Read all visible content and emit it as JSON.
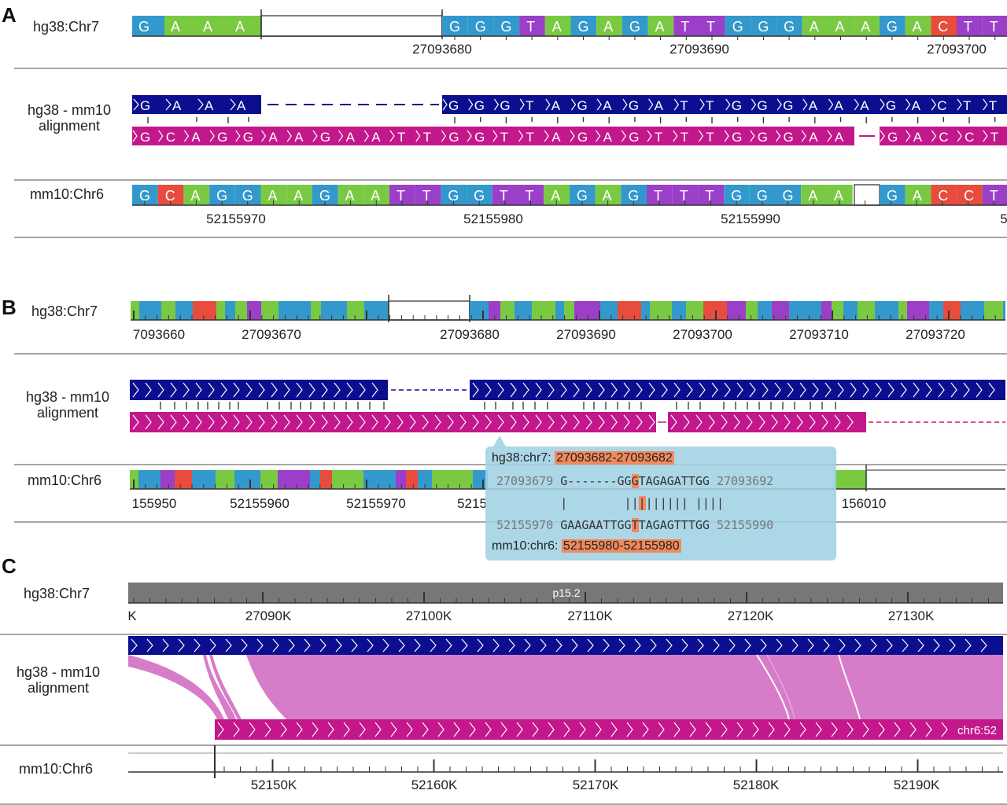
{
  "panels": {
    "A": {
      "letter": "A",
      "hg38_label": "hg38:Chr7",
      "align_label": "hg38 - mm10\nalignment",
      "mm10_label": "mm10:Chr6",
      "hg38_left_bases": [
        "G",
        "A",
        "A",
        "A"
      ],
      "hg38_right_bases": [
        "G",
        "G",
        "G",
        "T",
        "A",
        "G",
        "A",
        "G",
        "A",
        "T",
        "T",
        "G",
        "G",
        "G",
        "A",
        "A",
        "A",
        "G",
        "A",
        "C",
        "T",
        "T"
      ],
      "mm10_bases_left": [
        "G",
        "C",
        "A",
        "G",
        "G",
        "A",
        "A",
        "G",
        "A",
        "A",
        "T",
        "T",
        "G",
        "G",
        "T",
        "T",
        "A",
        "G",
        "A",
        "G",
        "T",
        "T",
        "T",
        "G",
        "G",
        "G",
        "A",
        "A"
      ],
      "mm10_bases_right": [
        "G",
        "A",
        "C",
        "C",
        "T"
      ],
      "hg38_ticks": [
        "27093680",
        "27093690",
        "27093700"
      ],
      "mm10_ticks": [
        "52155970",
        "52155980",
        "52155990",
        "5"
      ]
    },
    "B": {
      "letter": "B",
      "hg38_label": "hg38:Chr7",
      "align_label": "hg38 - mm10\nalignment",
      "mm10_label": "mm10:Chr6",
      "hg38_ticks": [
        "7093660",
        "27093670",
        "27093680",
        "27093690",
        "27093700",
        "27093710",
        "27093720"
      ],
      "mm10_ticks": [
        "155950",
        "52155960",
        "52155970",
        "5215",
        "156010"
      ],
      "tooltip": {
        "hg38_title": "hg38:chr7:",
        "hg38_range": "27093682-27093682",
        "line1_start": "27093679",
        "line1_seq_a": "G-------GG",
        "line1_snp": "G",
        "line1_seq_b": "TAGAGATTGG",
        "line1_end": "27093692",
        "match_a": "|        ||",
        "match_snp": "|",
        "match_b": "|||||| ||||",
        "line2_start": "52155970",
        "line2_seq_a": "GAAGAATTGG",
        "line2_snp": "T",
        "line2_seq_b": "TAGAGTTTGG",
        "line2_end": "52155990",
        "mm10_title": "mm10:chr6:",
        "mm10_range": "52155980-52155980"
      }
    },
    "C": {
      "letter": "C",
      "hg38_label": "hg38:Chr7",
      "align_label": "hg38 - mm10\nalignment",
      "mm10_label": "mm10:Chr6",
      "band_label": "p15.2",
      "hg38_ticks": [
        "K",
        "27090K",
        "27100K",
        "27110K",
        "27120K",
        "27130K"
      ],
      "mm10_ticks": [
        "52150K",
        "52160K",
        "52170K",
        "52180K",
        "52190K"
      ],
      "mm10_bar_label": "chr6:52"
    }
  },
  "colors": {
    "A": "#7ac943",
    "C": "#e84c3d",
    "G": "#3399cc",
    "T": "#9b3fc8",
    "hg38_align": "#0b0f8f",
    "mm10_align": "#c2188b",
    "synteny": "#d77cc8",
    "ideogram": "#777777"
  }
}
